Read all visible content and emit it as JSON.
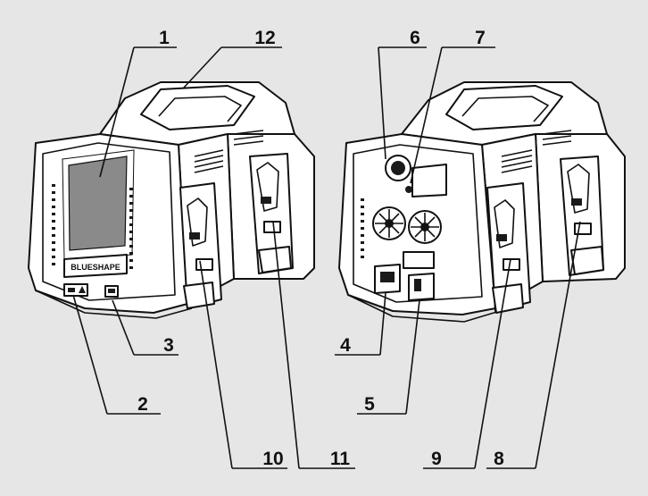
{
  "colors": {
    "background": "#e6e6e6",
    "ink": "#111111",
    "device": "#ffffff",
    "screen": "#8a8a8a"
  },
  "logo_text": "BLUESHAPE",
  "callouts": {
    "c1": "1",
    "c2": "2",
    "c3": "3",
    "c4": "4",
    "c5": "5",
    "c6": "6",
    "c7": "7",
    "c8": "8",
    "c9": "9",
    "c10": "10",
    "c11": "11",
    "c12": "12"
  }
}
